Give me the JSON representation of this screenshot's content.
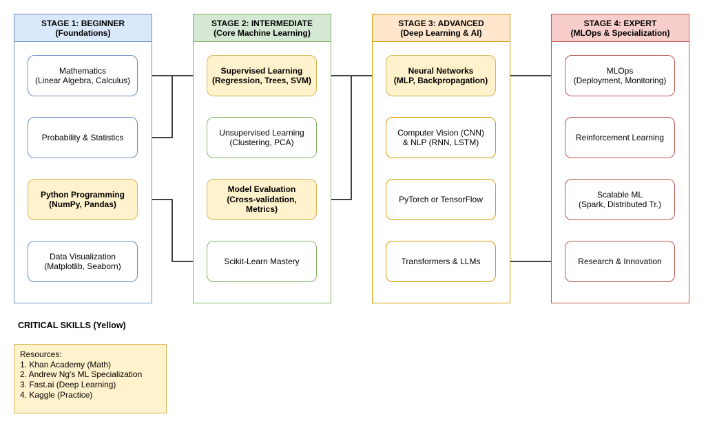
{
  "stages": [
    {
      "title_line1": "STAGE 1: BEGINNER",
      "title_line2": "(Foundations)",
      "fill": "#dae8fc",
      "stroke": "#6c8ebf",
      "items": [
        {
          "line1": "Mathematics",
          "line2": "(Linear Algebra, Calculus)",
          "critical": false
        },
        {
          "line1": "Probability & Statistics",
          "line2": "",
          "critical": false
        },
        {
          "line1": "Python Programming",
          "line2": "(NumPy, Pandas)",
          "critical": true
        },
        {
          "line1": "Data Visualization",
          "line2": "(Matplotlib, Seaborn)",
          "critical": false
        }
      ]
    },
    {
      "title_line1": "STAGE 2: INTERMEDIATE",
      "title_line2": "(Core Machine Learning)",
      "fill": "#d5e8d4",
      "stroke": "#82b366",
      "items": [
        {
          "line1": "Supervised Learning",
          "line2": "(Regression, Trees, SVM)",
          "critical": true
        },
        {
          "line1": "Unsupervised Learning",
          "line2": "(Clustering, PCA)",
          "critical": false
        },
        {
          "line1": "Model Evaluation",
          "line2": "(Cross-validation, Metrics)",
          "critical": true
        },
        {
          "line1": "Scikit-Learn Mastery",
          "line2": "",
          "critical": false
        }
      ]
    },
    {
      "title_line1": "STAGE 3: ADVANCED",
      "title_line2": "(Deep Learning & AI)",
      "fill": "#ffe6cc",
      "stroke": "#d79b00",
      "items": [
        {
          "line1": "Neural Networks",
          "line2": "(MLP, Backpropagation)",
          "critical": true
        },
        {
          "line1": "Computer Vision (CNN)",
          "line2": "& NLP (RNN, LSTM)",
          "critical": false
        },
        {
          "line1": "PyTorch or TensorFlow",
          "line2": "",
          "critical": false
        },
        {
          "line1": "Transformers & LLMs",
          "line2": "",
          "critical": false
        }
      ]
    },
    {
      "title_line1": "STAGE 4: EXPERT",
      "title_line2": "(MLOps & Specialization)",
      "fill": "#f8cecc",
      "stroke": "#b85450",
      "items": [
        {
          "line1": "MLOps",
          "line2": "(Deployment, Monitoring)",
          "critical": false
        },
        {
          "line1": "Reinforcement Learning",
          "line2": "",
          "critical": false
        },
        {
          "line1": "Scalable ML",
          "line2": "(Spark, Distributed Tr.)",
          "critical": false
        },
        {
          "line1": "Research & Innovation",
          "line2": "",
          "critical": false
        }
      ]
    }
  ],
  "legend": {
    "critical_label": "CRITICAL SKILLS (Yellow)"
  },
  "resources": {
    "title": "Resources:",
    "items": [
      "1. Khan Academy (Math)",
      "2. Andrew Ng's ML Specialization",
      "3. Fast.ai (Deep Learning)",
      "4. Kaggle (Practice)"
    ]
  },
  "colors": {
    "stage1_fill": "#dae8fc",
    "stage1_stroke": "#6c8ebf",
    "stage2_fill": "#d5e8d4",
    "stage2_stroke": "#82b366",
    "stage3_fill": "#ffe6cc",
    "stage3_stroke": "#d79b00",
    "stage4_fill": "#f8cecc",
    "stage4_stroke": "#b85450",
    "critical_fill": "#fff2cc",
    "critical_stroke": "#d6b656",
    "connector": "#000000",
    "background": "#ffffff"
  }
}
